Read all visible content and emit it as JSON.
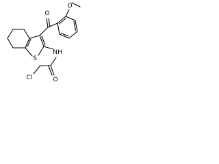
{
  "structure": {
    "atoms": {
      "o_methoxy": "O",
      "o_ketone": "O",
      "s_ring": "S",
      "n_amide": "NH",
      "o_amide": "O",
      "cl": "Cl"
    }
  }
}
